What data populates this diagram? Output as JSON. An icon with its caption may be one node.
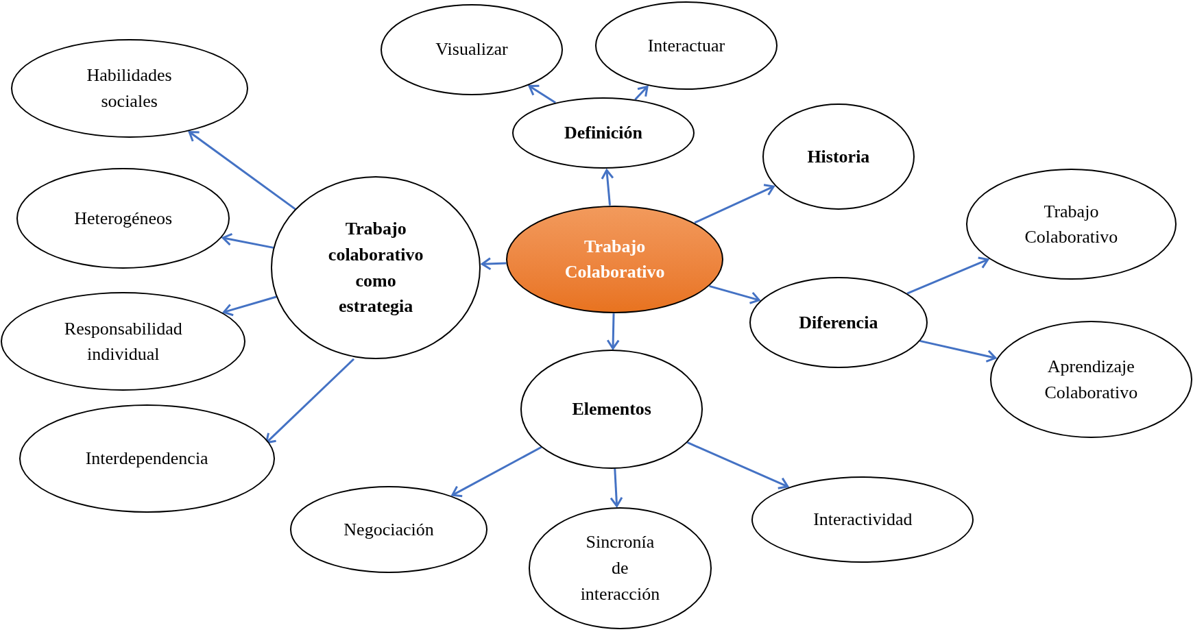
{
  "diagram": {
    "nodes": [
      {
        "text": [
          "Trabajo Colaborativo"
        ]
      },
      {
        "text": [
          "Definición"
        ]
      },
      {
        "text": [
          "Visualizar"
        ]
      },
      {
        "text": [
          "Interactuar"
        ]
      },
      {
        "text": [
          "Historia"
        ]
      },
      {
        "text": [
          "Diferencia"
        ]
      },
      {
        "text": [
          "Trabajo Colaborativo"
        ]
      },
      {
        "text": [
          "Aprendizaje Colaborativo"
        ]
      },
      {
        "text": [
          "Elementos"
        ]
      },
      {
        "text": [
          "Negociación"
        ]
      },
      {
        "text": [
          "Sincronía de interacción"
        ]
      },
      {
        "text": [
          "Interactividad"
        ]
      },
      {
        "text": [
          "Trabajo colaborativo como estrategia"
        ]
      },
      {
        "text": [
          "Habilidades sociales"
        ]
      },
      {
        "text": [
          "Heterogéneos"
        ]
      },
      {
        "text": [
          "Responsabilidad individual"
        ]
      },
      {
        "text": [
          "Interdependencia"
        ]
      }
    ],
    "edges": [
      {
        "from": 0,
        "to": 1,
        "arrow": "to"
      },
      {
        "from": 1,
        "to": 2,
        "arrow": "to"
      },
      {
        "from": 1,
        "to": 3,
        "arrow": "to"
      },
      {
        "from": 0,
        "to": 4,
        "arrow": "to"
      },
      {
        "from": 0,
        "to": 5,
        "arrow": "to"
      },
      {
        "from": 5,
        "to": 6,
        "arrow": "to"
      },
      {
        "from": 5,
        "to": 7,
        "arrow": "to"
      },
      {
        "from": 0,
        "to": 8,
        "arrow": "to"
      },
      {
        "from": 8,
        "to": 9,
        "arrow": "to"
      },
      {
        "from": 8,
        "to": 10,
        "arrow": "to"
      },
      {
        "from": 8,
        "to": 11,
        "arrow": "to"
      },
      {
        "from": 0,
        "to": 12,
        "arrow": "to"
      },
      {
        "from": 12,
        "to": 13,
        "arrow": "to"
      },
      {
        "from": 12,
        "to": 14,
        "arrow": "to"
      },
      {
        "from": 12,
        "to": 15,
        "arrow": "to"
      },
      {
        "from": 12,
        "to": 16,
        "arrow": "to"
      }
    ]
  }
}
